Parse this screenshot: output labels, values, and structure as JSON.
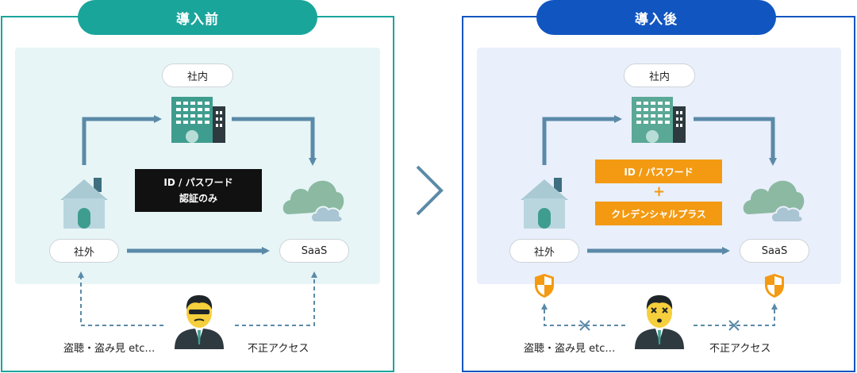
{
  "before": {
    "title": "導入前",
    "internal_label": "社内",
    "external_label": "社外",
    "saas_label": "SaaS",
    "auth_line1": "ID / パスワード",
    "auth_line2": "認証のみ",
    "threat_left": "盗聴・盗み見 etc…",
    "threat_right": "不正アクセス"
  },
  "separator_icon": "chevron-right-icon",
  "after": {
    "title": "導入後",
    "internal_label": "社内",
    "external_label": "社外",
    "saas_label": "SaaS",
    "auth_line1": "ID / パスワード",
    "plus": "+",
    "auth_line2": "クレデンシャルプラス",
    "threat_left": "盗聴・盗み見 etc…",
    "threat_right": "不正アクセス"
  },
  "colors": {
    "before_accent": "#1aa59b",
    "after_accent": "#1155c0",
    "arrow": "#5b8aa8",
    "orange": "#f39a12"
  }
}
